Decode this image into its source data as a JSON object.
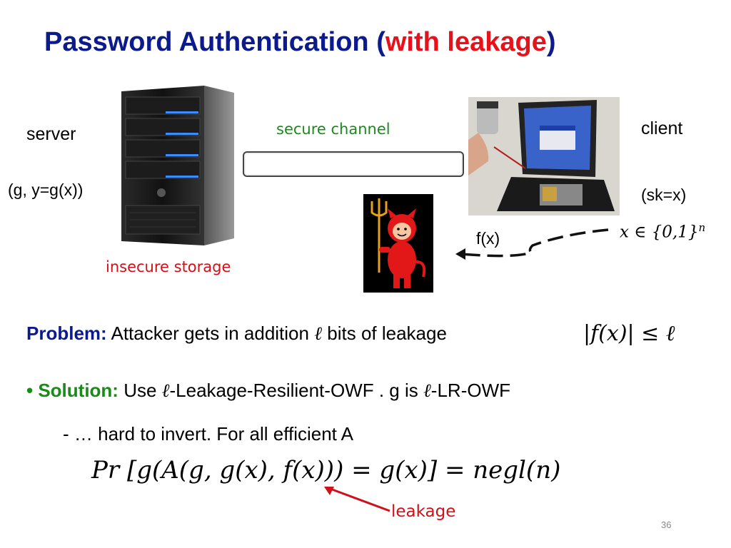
{
  "slide": {
    "title_main": "Password Authentication (",
    "title_red": "with leakage",
    "title_close": ")",
    "server_label": "server",
    "server_keys": "(g, y=g(x))",
    "insecure_storage": "insecure storage",
    "secure_channel": "secure channel",
    "client_label": "client",
    "client_key": "(sk=x)",
    "x_in": "x ∈ {0,1}",
    "x_sup": "n",
    "fx": "f(x)",
    "problem_label": "Problem:",
    "problem_text_1": " Attacker gets in addition ",
    "ell": "ℓ",
    "problem_text_2": " bits of leakage",
    "bound_formula": "|f(x)| ≤ ℓ",
    "bullet": "• ",
    "solution_label": "Solution:",
    "solution_text_1": " Use ",
    "solution_text_2": "-Leakage-Resilient-OWF . g is ",
    "solution_text_3": "-LR-OWF",
    "hard_text": "- … hard to invert.  For all efficient A",
    "formula": "Pr [g(A(g, g(x), f(x))) = g(x)] = negl(n)",
    "leakage": "leakage",
    "slide_number": "36"
  },
  "colors": {
    "title": "#0b1a8c",
    "accent_red": "#e8111b",
    "green": "#1a8a1a"
  },
  "icons": [
    "server-tower-image",
    "devil-attacker-image",
    "laptop-client-image"
  ]
}
